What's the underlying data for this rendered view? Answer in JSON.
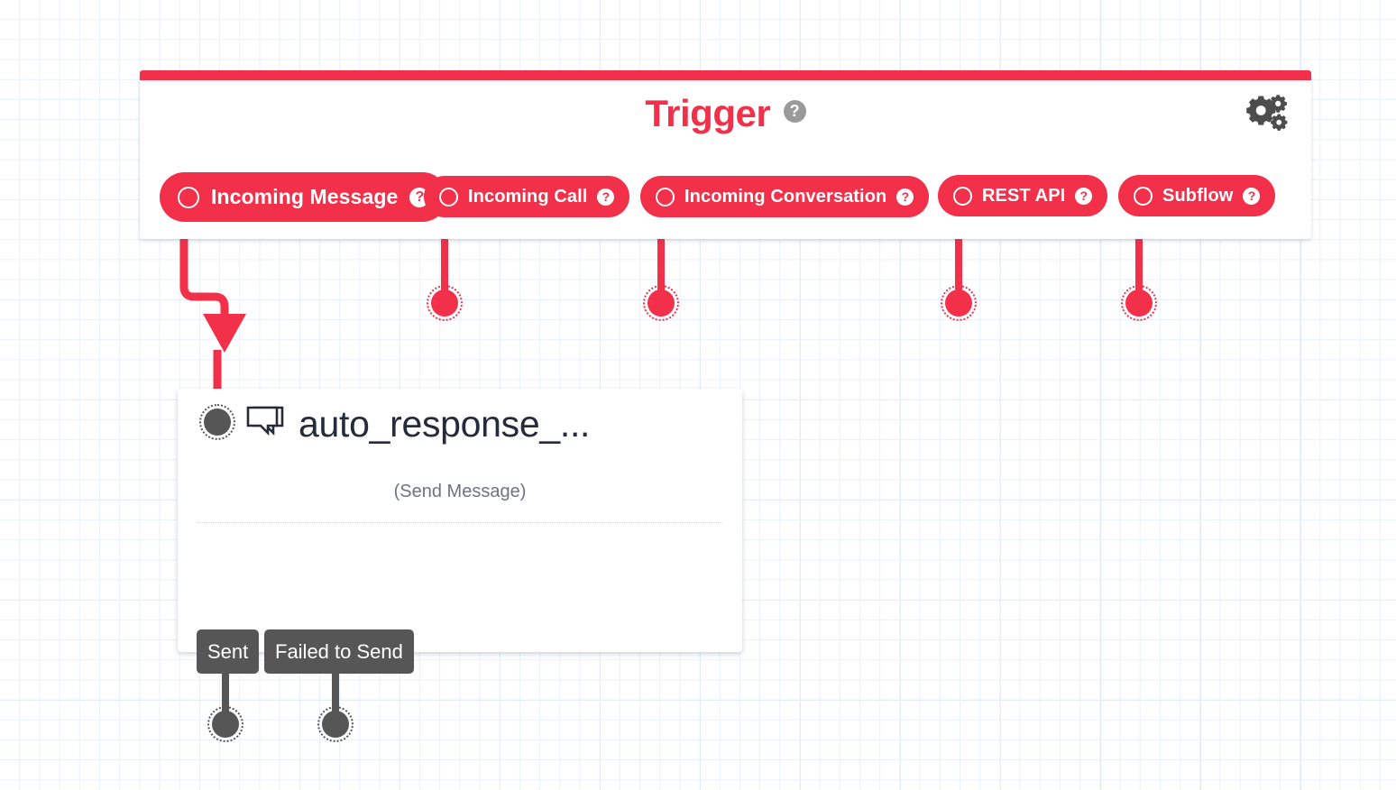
{
  "canvas": {
    "grid_color": "#eaf1fb",
    "grid_major_color": "#dae8f8",
    "background": "#ffffff"
  },
  "theme": {
    "accent_red": "#f2304a",
    "node_grey": "#565656",
    "title_dark": "#252b3a",
    "subtitle_grey": "#6d7480"
  },
  "trigger_panel": {
    "title": "Trigger",
    "title_help": "?",
    "settings_icon": "gears-icon",
    "triggers": [
      {
        "label": "Incoming Message",
        "help": "?",
        "state": "highlighted",
        "connected": true
      },
      {
        "label": "Incoming Call",
        "help": "?",
        "state": "normal",
        "connected": false
      },
      {
        "label": "Incoming Conversation",
        "help": "?",
        "state": "normal",
        "connected": false
      },
      {
        "label": "REST API",
        "help": "?",
        "state": "normal",
        "connected": false
      },
      {
        "label": "Subflow",
        "help": "?",
        "state": "normal",
        "connected": false
      }
    ]
  },
  "node": {
    "icon": "chat-bubble-icon",
    "title": "auto_response_...",
    "subtitle": "(Send Message)",
    "outputs": [
      {
        "label": "Sent"
      },
      {
        "label": "Failed to Send"
      }
    ]
  }
}
